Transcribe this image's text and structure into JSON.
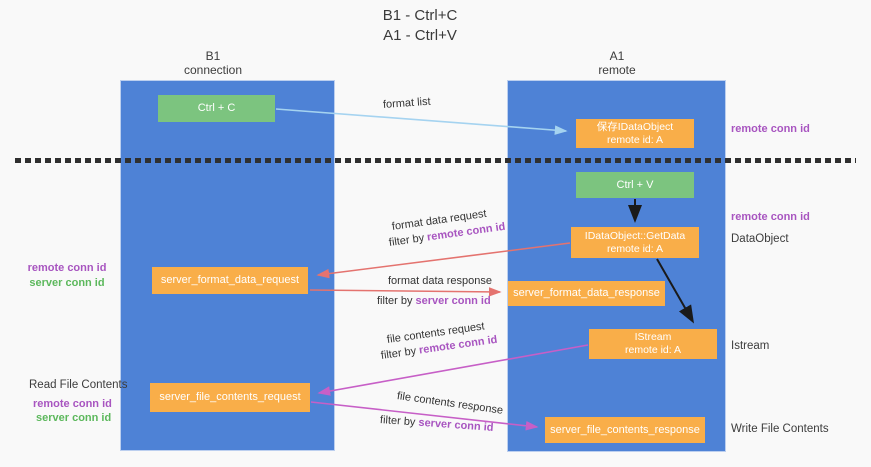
{
  "title": {
    "line1": "B1 - Ctrl+C",
    "line2": "A1 - Ctrl+V"
  },
  "lanes": {
    "b1": {
      "name": "B1",
      "subtitle": "connection"
    },
    "a1": {
      "name": "A1",
      "subtitle": "remote"
    }
  },
  "nodes": {
    "ctrl_c": {
      "label": "Ctrl + C"
    },
    "save_dataobject": {
      "line1": "保存IDataObject",
      "line2": "remote id: A"
    },
    "ctrl_v": {
      "label": "Ctrl + V"
    },
    "getdata": {
      "line1": "IDataObject::GetData",
      "line2": "remote id: A"
    },
    "format_request": {
      "label": "server_format_data_request"
    },
    "format_response": {
      "label": "server_format_data_response"
    },
    "istream": {
      "line1": "IStream",
      "line2": "remote id: A"
    },
    "file_request": {
      "label": "server_file_contents_request"
    },
    "file_response": {
      "label": "server_file_contents_response"
    }
  },
  "right_labels": {
    "top_remote_conn_id": "remote conn id",
    "mid_remote_conn_id": "remote conn id",
    "dataobject": "DataObject",
    "istream": "Istream",
    "write_file_contents": "Write File Contents"
  },
  "left_labels": {
    "remote_conn_id_1": "remote conn id",
    "server_conn_id_1": "server conn id",
    "read_file_contents": "Read File Contents",
    "remote_conn_id_2": "remote conn id",
    "server_conn_id_2": "server conn id"
  },
  "arrow_labels": {
    "format_list": "format list",
    "format_data_request": "format data request",
    "format_data_response": "format data response",
    "file_contents_request": "file contents request",
    "file_contents_response": "file contents response",
    "filter_by": "filter by ",
    "remote_conn_id": "remote conn id",
    "server_conn_id": "server conn id"
  },
  "colors": {
    "background": "#f9f9f9",
    "lane_blue": "#4e82d6",
    "node_orange": "#f9ae49",
    "node_green": "#7cc47f",
    "purple_label": "#a855c0",
    "green_label": "#5cb85c",
    "arrow_blue": "#a5d3f0",
    "arrow_red": "#e4736f",
    "arrow_magenta": "#c75fc7",
    "arrow_black": "#1a1a1a",
    "dashed_line": "#2f2f2f"
  }
}
